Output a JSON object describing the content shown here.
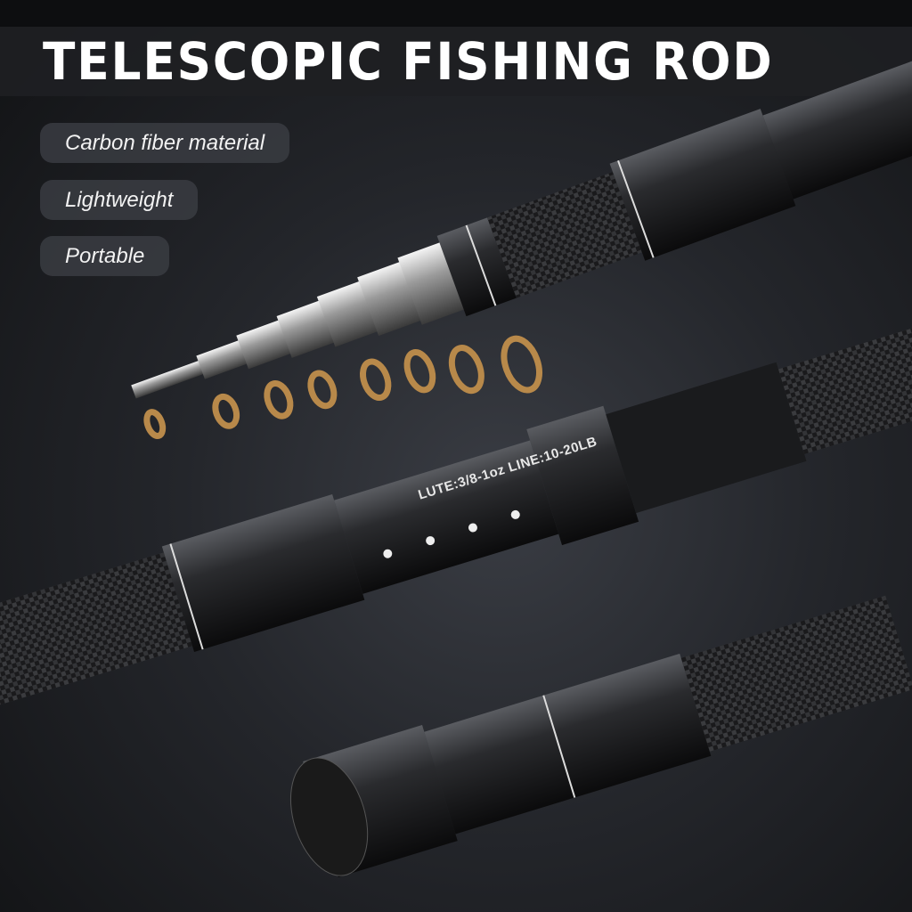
{
  "header": {
    "title": "TELESCOPIC FISHING ROD"
  },
  "features": [
    "Carbon fiber material",
    "Lightweight",
    "Portable"
  ],
  "rod_label": "LUTE:3/8-1oz  LINE:10-20LB",
  "colors": {
    "background": "#24262b",
    "band": "#1e1f23",
    "pill": "#3a3c42",
    "guide_ring": "#b8894a"
  }
}
